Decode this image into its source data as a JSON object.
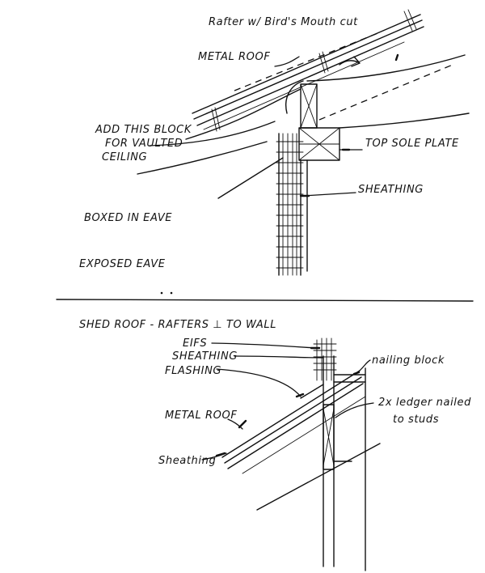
{
  "labels": {
    "rafter": "Rafter w/ Bird's Mouth cut",
    "metal_roof_top": "METAL ROOF",
    "add_block_1": "ADD THIS BLOCK",
    "add_block_2": "FOR VAULTED",
    "add_block_3": "CEILING",
    "top_sole_plate": "TOP SOLE PLATE",
    "sheathing_top": "SHEATHING",
    "boxed_in_eave": "BOXED IN EAVE",
    "exposed_eave": "EXPOSED EAVE",
    "shed_roof_title": "SHED ROOF - RAFTERS ⊥ TO WALL",
    "eifs": "EIFS",
    "sheathing_mid": "SHEATHING",
    "flashing": "FLASHING",
    "nailing_block": "nailing block",
    "ledger_1": "2x ledger nailed",
    "ledger_2": "to studs",
    "metal_roof_bottom": "METAL ROOF",
    "sheathing_bottom": "Sheathing"
  }
}
